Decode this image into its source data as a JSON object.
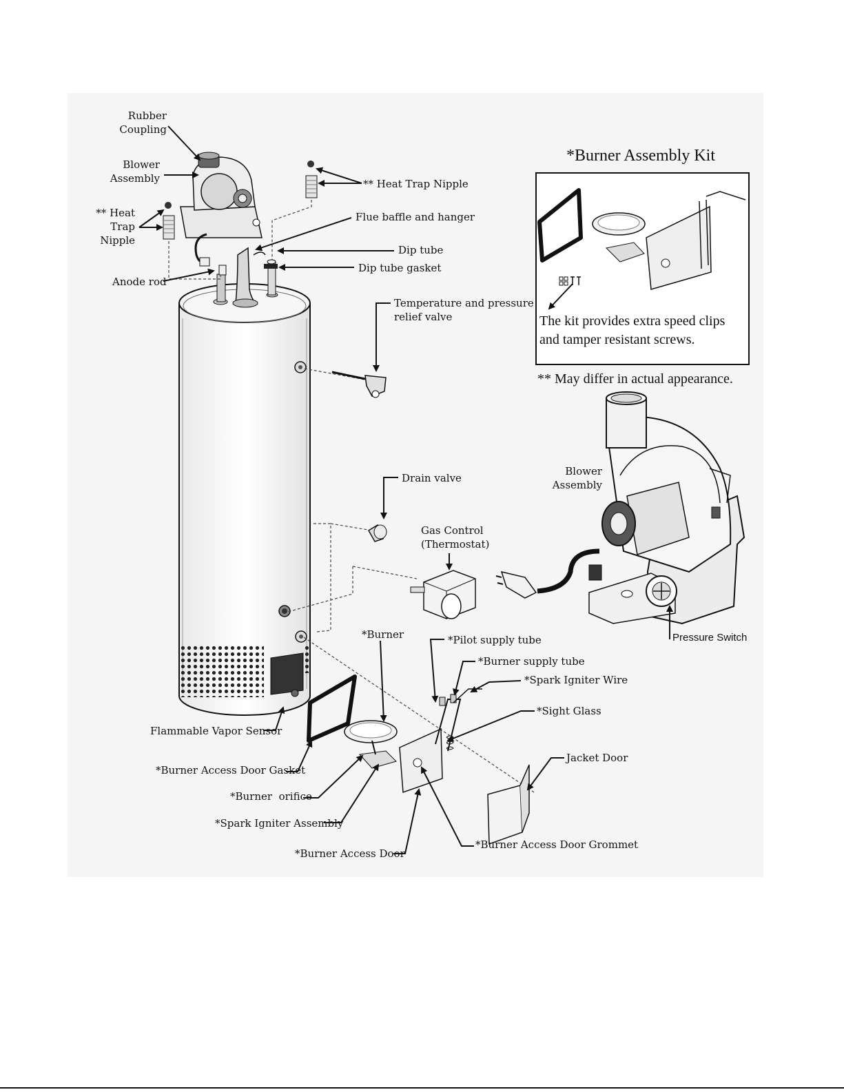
{
  "labels": {
    "rubber_coupling": "Rubber\nCoupling",
    "blower_assembly": "Blower\nAssembly",
    "heat_trap_left": "** Heat\nTrap\nNipple",
    "heat_trap_top": "** Heat Trap Nipple",
    "flue_baffle": "Flue baffle and hanger",
    "dip_tube": "Dip tube",
    "dip_tube_gasket": "Dip tube gasket",
    "anode_rod": "Anode rod",
    "tp_valve": "Temperature and pressure\nrelief valve",
    "drain_valve": "Drain valve",
    "gas_control": "Gas Control\n(Thermostat)",
    "burner": "*Burner",
    "pilot_supply": "*Pilot supply tube",
    "burner_supply": "*Burner supply tube",
    "spark_wire": "*Spark Igniter Wire",
    "sight_glass": "*Sight Glass",
    "jacket_door": "Jacket Door",
    "vapor_sensor": "Flammable Vapor Sensor",
    "door_gasket": "*Burner Access Door Gasket",
    "burner_orifice": "*Burner  orifice",
    "spark_assembly": "*Spark Igniter Assembly",
    "access_door": "*Burner Access Door",
    "door_grommet": "*Burner Access Door Grommet",
    "blower_assembly_large": "Blower\nAssembly",
    "pressure_switch": "Pressure Switch"
  },
  "kit": {
    "title": "*Burner Assembly Kit",
    "note": "The kit provides extra speed clips\nand tamper resistant screws."
  },
  "differ_note": "** May differ in actual appearance."
}
